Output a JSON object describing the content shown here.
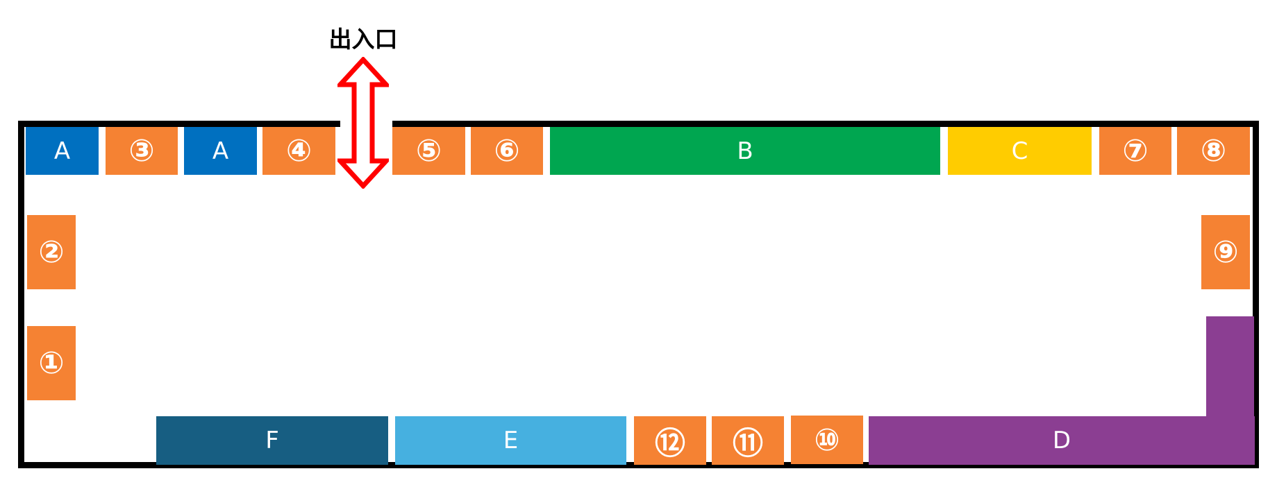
{
  "colors": {
    "zone_a": "#0070C0",
    "zone_b": "#00A650",
    "zone_c": "#FFCC00",
    "zone_d": "#8B3E92",
    "zone_e": "#46B0E0",
    "zone_f": "#175E82",
    "booth": "#F58233",
    "entrance_arrow": "#FF0000",
    "wall": "#000000"
  },
  "entrance": {
    "label": "出入口",
    "arrow_icon": "double-vertical-arrow"
  },
  "zones": {
    "a1": "A",
    "a2": "A",
    "b": "B",
    "c": "C",
    "d": "D",
    "e": "E",
    "f": "F"
  },
  "booths": {
    "b1": "①",
    "b2": "②",
    "b3": "③",
    "b4": "④",
    "b5": "⑤",
    "b6": "⑥",
    "b7": "⑦",
    "b8": "⑧",
    "b9": "⑨",
    "b10": "⑩",
    "b11": "⑪",
    "b12": "⑫"
  }
}
